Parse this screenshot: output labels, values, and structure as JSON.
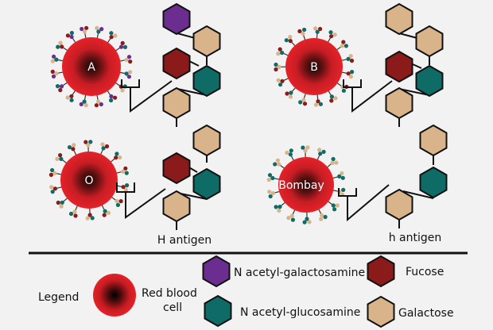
{
  "colors": {
    "background": "#f2f2f2",
    "cell_red": "#e11f26",
    "cell_dark": "#2a0a0a",
    "galactosamine": "#6b2d8f",
    "fucose": "#8b1a1a",
    "glucosamine": "#0f6b66",
    "galactose": "#d9b48a",
    "line": "#111111"
  },
  "cells": [
    {
      "id": "A",
      "label": "A",
      "sugar_colors": [
        "galactosamine",
        "galactose",
        "glucosamine",
        "fucose"
      ]
    },
    {
      "id": "B",
      "label": "B",
      "sugar_colors": [
        "galactose",
        "glucosamine",
        "fucose"
      ]
    },
    {
      "id": "O",
      "label": "O",
      "sugar_colors": [
        "galactose",
        "glucosamine",
        "fucose"
      ]
    },
    {
      "id": "Bombay",
      "label": "Bombay",
      "sugar_colors": [
        "galactose",
        "glucosamine"
      ]
    }
  ],
  "chains": [
    {
      "id": "A",
      "hexagons": [
        "galactosamine",
        "galactose",
        "fucose",
        "glucosamine",
        "galactose"
      ]
    },
    {
      "id": "B",
      "hexagons": [
        "galactose",
        "galactose",
        "fucose",
        "glucosamine",
        "galactose"
      ]
    },
    {
      "id": "O",
      "hexagons": [
        "galactose",
        "fucose",
        "glucosamine",
        "galactose"
      ]
    },
    {
      "id": "Bombay",
      "hexagons": [
        "galactose",
        "glucosamine",
        "galactose"
      ]
    }
  ],
  "antigen_labels": {
    "H": "H antigen",
    "h": "h antigen"
  },
  "legend": {
    "title": "Legend",
    "rbc_line1": "Red blood",
    "rbc_line2": "cell",
    "galactosamine": "N acetyl-galactosamine",
    "fucose": "Fucose",
    "glucosamine": "N acetyl-glucosamine",
    "galactose": "Galactose"
  }
}
